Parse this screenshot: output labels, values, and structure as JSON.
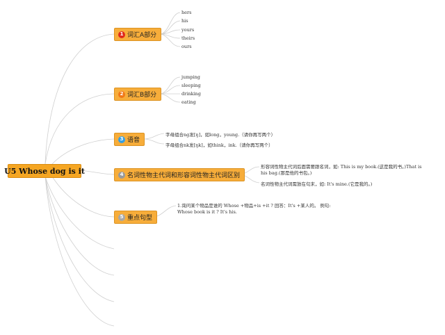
{
  "root": {
    "label": "U5 Whose dog is it"
  },
  "branches": [
    {
      "label": "词汇A部分",
      "num": "1",
      "badge_color": "#e02b1c",
      "children": [
        "hers",
        "his",
        "yours",
        "theirs",
        "ours"
      ]
    },
    {
      "label": "词汇B部分",
      "num": "2",
      "badge_color": "#f07818",
      "children": [
        "jumping",
        "sleeping",
        "drinking",
        "eating"
      ]
    },
    {
      "label": "语音",
      "num": "3",
      "badge_color": "#3aa0e0",
      "children": [
        "字母组合ng发[ŋ]，如long，young.（请你再写两个）",
        "字母组合nk发[ŋk]，如think，ink.（请你再写两个）"
      ]
    },
    {
      "label": "名词性物主代词和形容词性物主代词区别",
      "num": "4",
      "badge_color": "#9a9a9a",
      "children": [
        "形容词性物主代词后面需要跟名词，如: This is my book.(这是我的书。)That is his bag.(那是他的书包。)",
        "名词性物主代词需放在句末，如: It's mine.(它是我的。)"
      ]
    },
    {
      "label": "重点句型",
      "num": "5",
      "badge_color": "#a8a8a8",
      "children": [
        "1.询问某个物品是谁的 Whose +物品+is +it ? 回答：It's +某人的。 例句: Whose book is it ? It's his."
      ]
    }
  ]
}
